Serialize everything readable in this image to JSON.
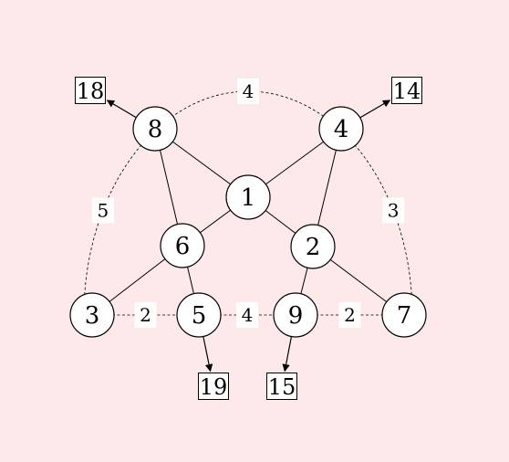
{
  "colors": {
    "background": "#fde9e9",
    "node_fill": "#ffffff",
    "stroke": "#000000"
  },
  "nodes": [
    {
      "id": "1",
      "label": "1"
    },
    {
      "id": "2",
      "label": "2"
    },
    {
      "id": "3",
      "label": "3"
    },
    {
      "id": "4",
      "label": "4"
    },
    {
      "id": "5",
      "label": "5"
    },
    {
      "id": "6",
      "label": "6"
    },
    {
      "id": "7",
      "label": "7"
    },
    {
      "id": "8",
      "label": "8"
    },
    {
      "id": "9",
      "label": "9"
    }
  ],
  "solid_edges": [
    {
      "from": "8",
      "to": "1"
    },
    {
      "from": "4",
      "to": "1"
    },
    {
      "from": "8",
      "to": "6"
    },
    {
      "from": "4",
      "to": "2"
    },
    {
      "from": "1",
      "to": "6"
    },
    {
      "from": "1",
      "to": "2"
    },
    {
      "from": "6",
      "to": "3"
    },
    {
      "from": "6",
      "to": "5"
    },
    {
      "from": "2",
      "to": "9"
    },
    {
      "from": "2",
      "to": "7"
    }
  ],
  "dashed_edges": [
    {
      "from": "3",
      "to": "5",
      "weight": "2"
    },
    {
      "from": "5",
      "to": "9",
      "weight": "4"
    },
    {
      "from": "9",
      "to": "7",
      "weight": "2"
    },
    {
      "from": "8",
      "to": "4",
      "weight": "4"
    },
    {
      "from": "3",
      "to": "8",
      "weight": "5"
    },
    {
      "from": "4",
      "to": "7",
      "weight": "3"
    }
  ],
  "outputs": [
    {
      "node": "8",
      "value": "18"
    },
    {
      "node": "4",
      "value": "14"
    },
    {
      "node": "5",
      "value": "19"
    },
    {
      "node": "9",
      "value": "15"
    }
  ]
}
